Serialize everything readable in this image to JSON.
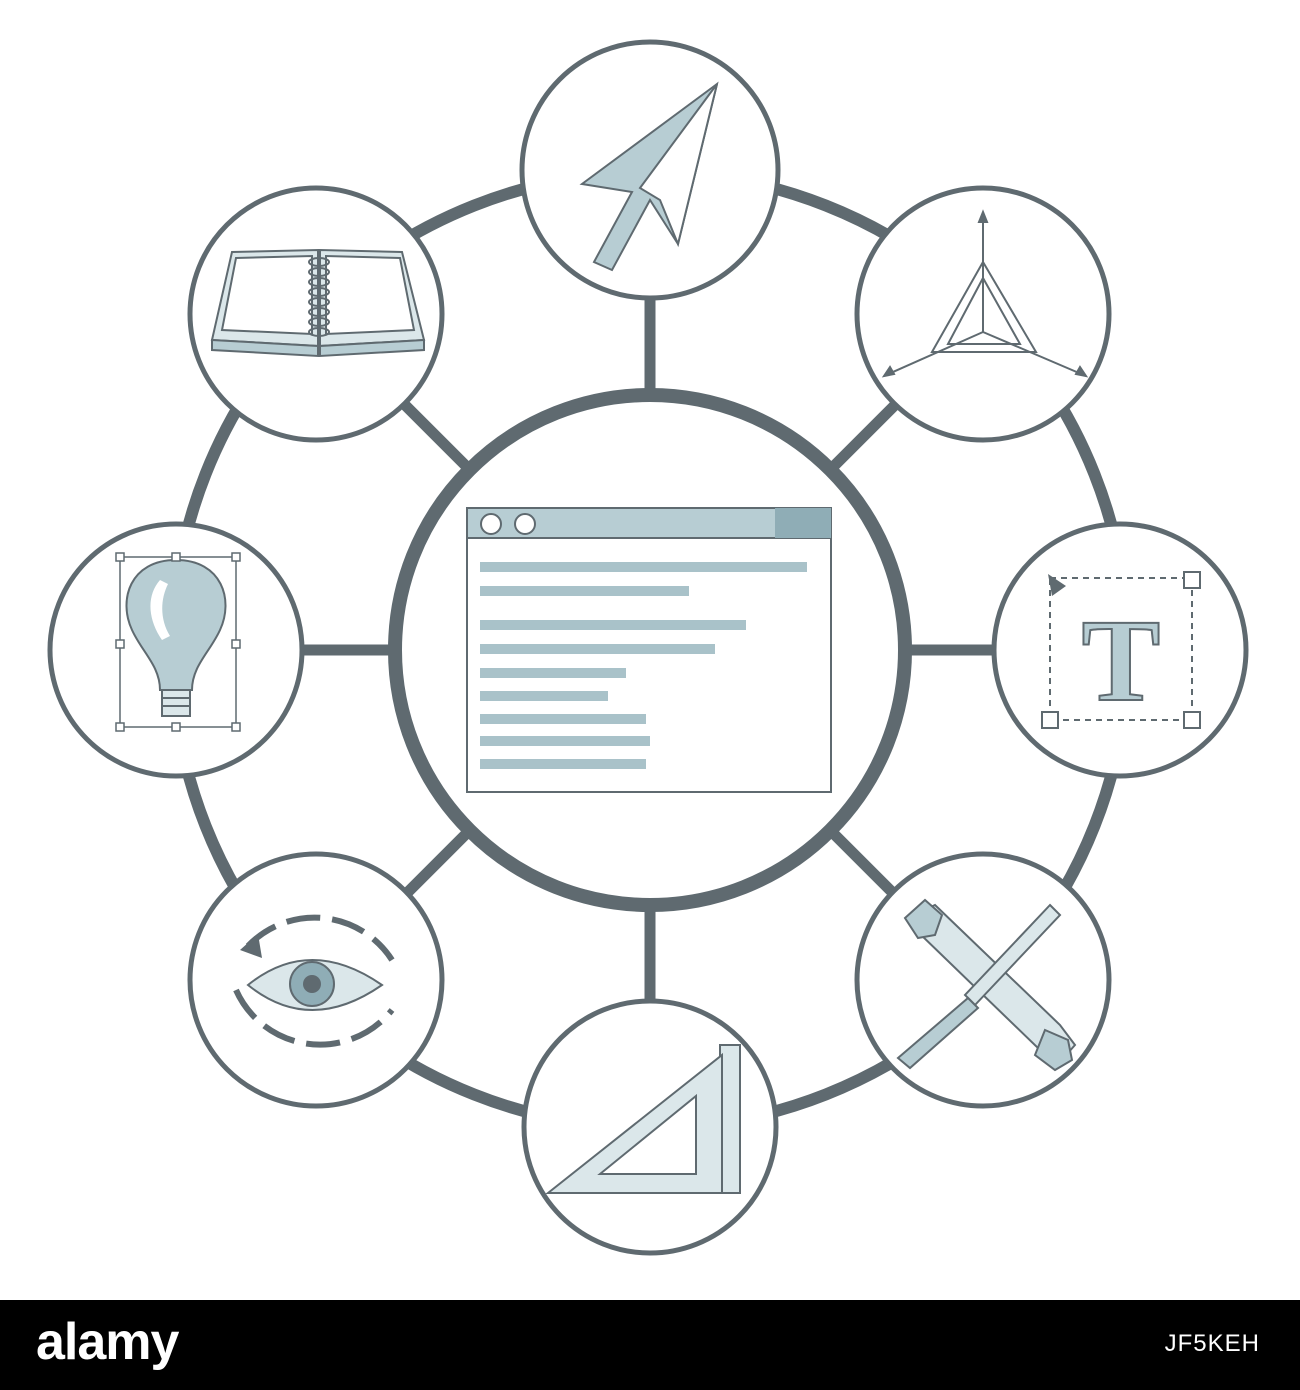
{
  "colors": {
    "stroke": "#5f6a70",
    "accent_tint": "#b7cdd3",
    "light_tint": "#dbe7ea",
    "background": "#ffffff",
    "footer": "#000000"
  },
  "diagram": {
    "center_node": {
      "icon": "browser-window-icon"
    },
    "satellite_nodes": [
      {
        "icon": "cursor-arrow-icon"
      },
      {
        "icon": "3d-axes-pyramid-icon"
      },
      {
        "icon": "text-tool-icon",
        "glyph": "T"
      },
      {
        "icon": "wrench-screwdriver-icon"
      },
      {
        "icon": "ruler-triangle-icon"
      },
      {
        "icon": "eye-refresh-icon"
      },
      {
        "icon": "bezier-lightbulb-icon"
      },
      {
        "icon": "spiral-notebook-icon"
      }
    ]
  },
  "footer": {
    "logo_text": "alamy",
    "image_id": "JF5KEH"
  }
}
